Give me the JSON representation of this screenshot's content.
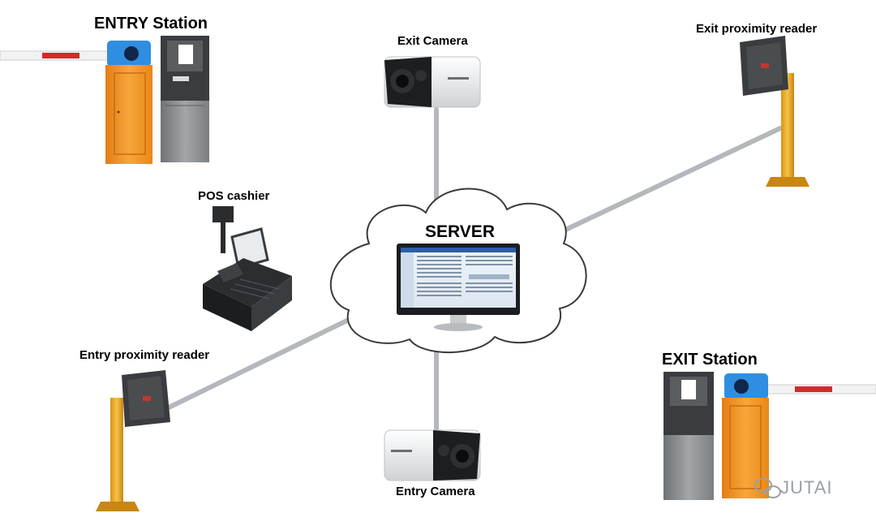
{
  "labels": {
    "entry_station": "ENTRY Station",
    "exit_camera": "Exit Camera",
    "exit_proximity_reader": "Exit proximity reader",
    "pos_cashier": "POS cashier",
    "server": "SERVER",
    "entry_proximity_reader": "Entry proximity reader",
    "exit_station": "EXIT Station",
    "entry_camera": "Entry Camera"
  },
  "watermark": "JUTAI",
  "icons": [
    "barrier-gate",
    "ticket-kiosk",
    "bullet-camera",
    "proximity-reader",
    "pos-terminal",
    "cloud",
    "computer-monitor",
    "wechat-icon"
  ],
  "colors": {
    "barrier_orange": "#f39a2a",
    "barrier_blue": "#2f8ee0",
    "arm_red": "#d42a2a",
    "kiosk_gray": "#8a8d90",
    "pole_yellow": "#f1b22a",
    "link_line": "#b4b8bc"
  }
}
